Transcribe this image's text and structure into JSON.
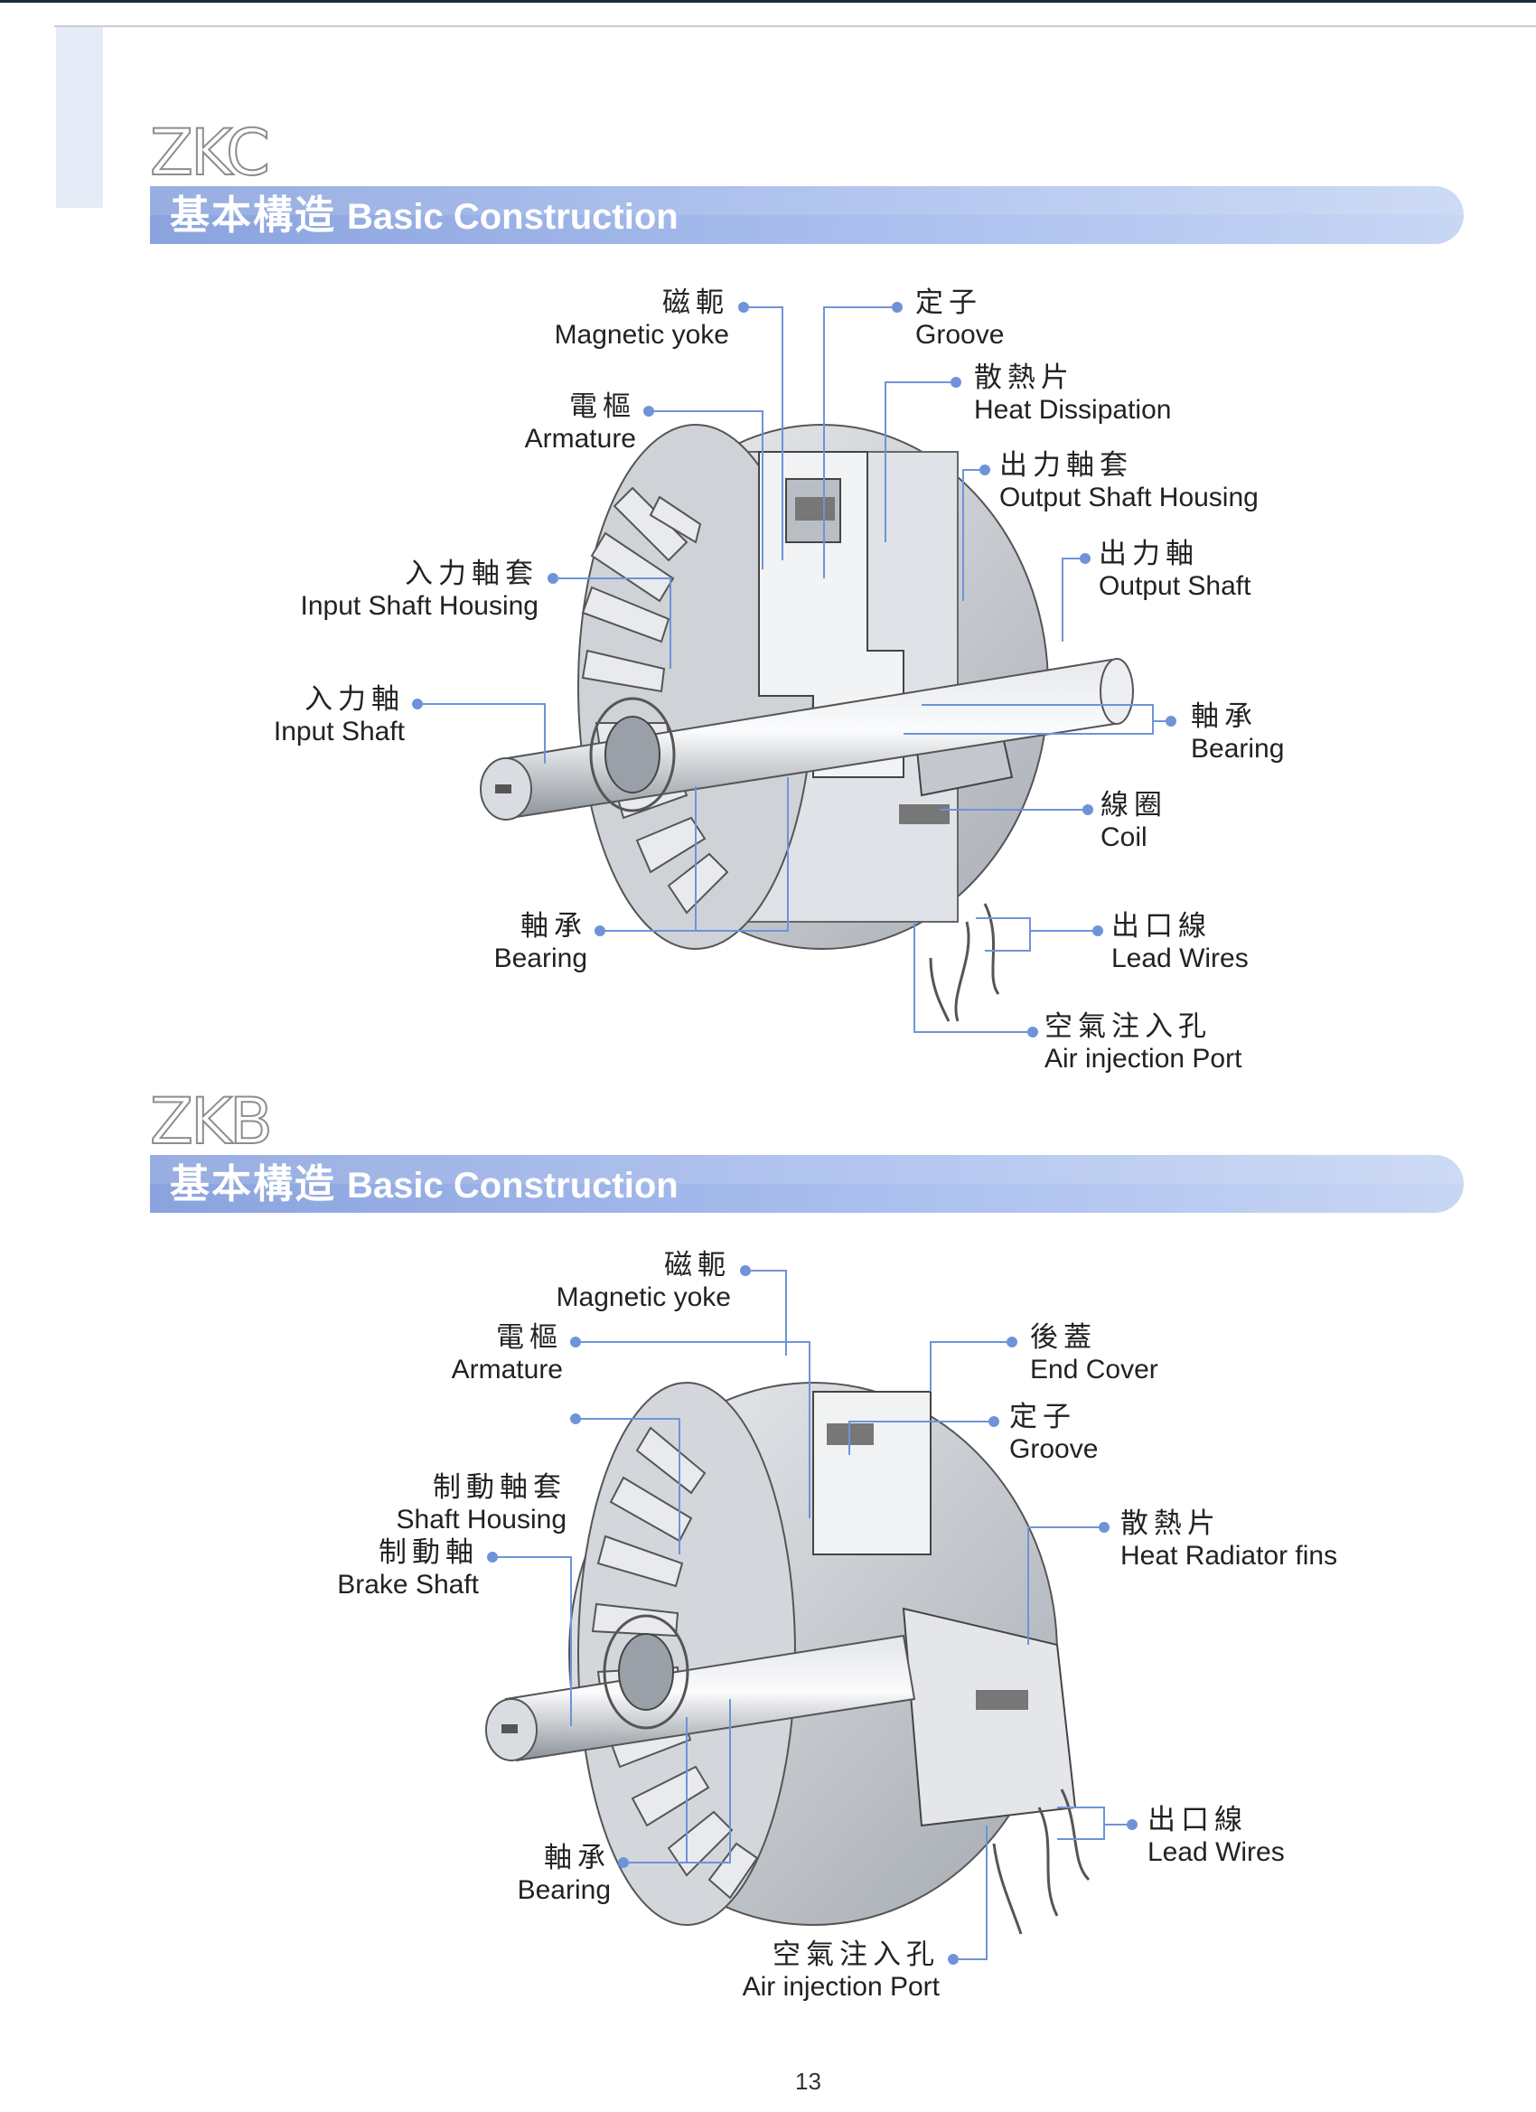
{
  "zkc": {
    "model": "ZKC",
    "heading_zh": "基本構造",
    "heading_en": "Basic Construction",
    "labels": [
      {
        "zh": "磁軛",
        "en": "Magnetic yoke"
      },
      {
        "zh": "定子",
        "en": "Groove"
      },
      {
        "zh": "散熱片",
        "en": "Heat Dissipation"
      },
      {
        "zh": "電樞",
        "en": "Armature"
      },
      {
        "zh": "出力軸套",
        "en": "Output Shaft Housing"
      },
      {
        "zh": "入力軸套",
        "en": "Input Shaft Housing"
      },
      {
        "zh": "出力軸",
        "en": "Output Shaft"
      },
      {
        "zh": "入力軸",
        "en": "Input Shaft"
      },
      {
        "zh": "軸承",
        "en": "Bearing"
      },
      {
        "zh": "線圈",
        "en": "Coil"
      },
      {
        "zh": "軸承",
        "en": "Bearing"
      },
      {
        "zh": "出口線",
        "en": "Lead Wires"
      },
      {
        "zh": "空氣注入孔",
        "en": "Air injection Port"
      }
    ]
  },
  "zkb": {
    "model": "ZKB",
    "heading_zh": "基本構造",
    "heading_en": "Basic Construction",
    "labels": [
      {
        "zh": "磁軛",
        "en": "Magnetic yoke"
      },
      {
        "zh": "電樞",
        "en": "Armature"
      },
      {
        "zh": "後蓋",
        "en": "End Cover"
      },
      {
        "zh": "定子",
        "en": "Groove"
      },
      {
        "zh": "制動軸套",
        "en": "Shaft Housing"
      },
      {
        "zh": "散熱片",
        "en": "Heat Radiator fins"
      },
      {
        "zh": "制動軸",
        "en": "Brake Shaft"
      },
      {
        "zh": "出口線",
        "en": "Lead Wires"
      },
      {
        "zh": "軸承",
        "en": "Bearing"
      },
      {
        "zh": "空氣注入孔",
        "en": "Air injection Port"
      }
    ]
  },
  "page_number": "13",
  "colors": {
    "banner": "#8fa8e0",
    "banner_light": "#c3d2f2",
    "leader": "#6f93d8"
  }
}
